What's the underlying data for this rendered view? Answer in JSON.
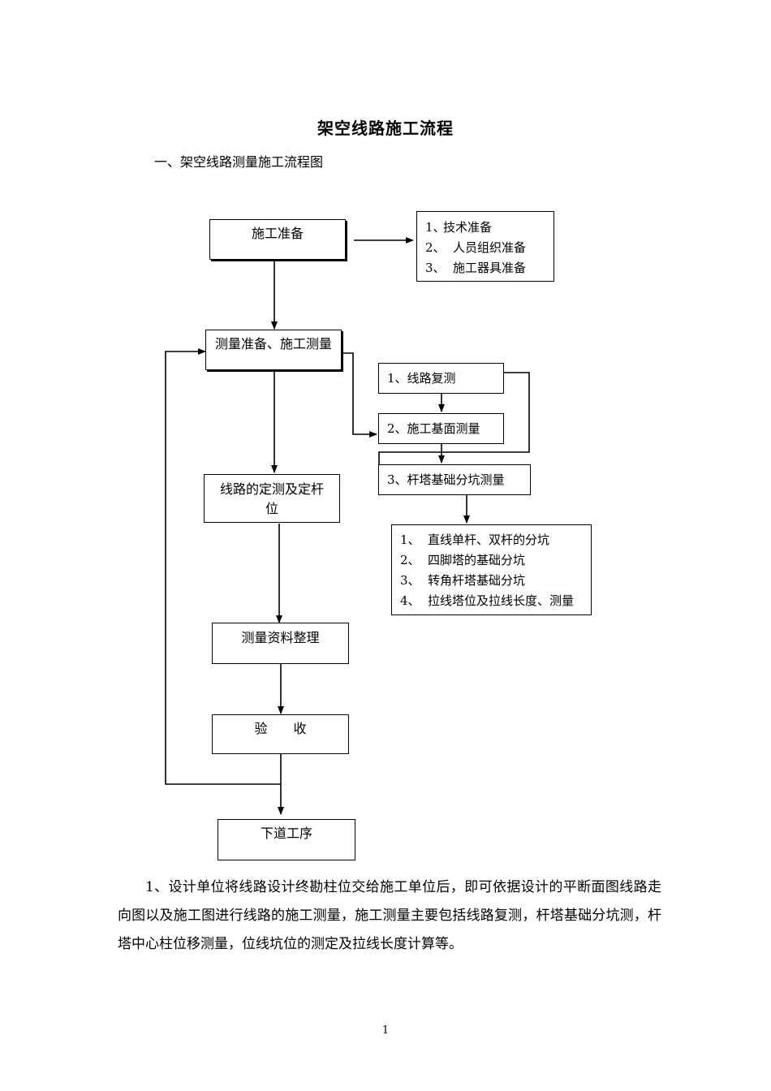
{
  "title": "架空线路施工流程",
  "section_heading": "一、架空线路测量施工流程图",
  "flow": {
    "prep": "施工准备",
    "prep_items": [
      {
        "num": "1、",
        "text": "技术准备"
      },
      {
        "num": "2、",
        "text": "人员组织准备"
      },
      {
        "num": "3、",
        "text": "施工器具准备"
      }
    ],
    "survey": "测量准备、施工测量",
    "survey_steps": [
      "1、线路复测",
      "2、施工基面测量",
      "3、杆塔基础分坑测量"
    ],
    "pit_items": [
      {
        "num": "1、",
        "text": "直线单杆、双杆的分坑"
      },
      {
        "num": "2、",
        "text": "四脚塔的基础分坑"
      },
      {
        "num": "3、",
        "text": "转角杆塔基础分坑"
      },
      {
        "num": "4、",
        "text": "拉线塔位及拉线长度、测量"
      }
    ],
    "pole_line1": "线路的定测及定杆",
    "pole_line2": "位",
    "data_sort": "测量资料整理",
    "acceptance": "验　　收",
    "next": "下道工序"
  },
  "paragraph": "1、设计单位将线路设计终勘柱位交给施工单位后，即可依据设计的平断面图线路走向图以及施工图进行线路的施工测量，施工测量主要包括线路复测，杆塔基础分坑测，杆塔中心柱位移测量，位线坑位的测定及拉线长度计算等。",
  "page_number": "1"
}
